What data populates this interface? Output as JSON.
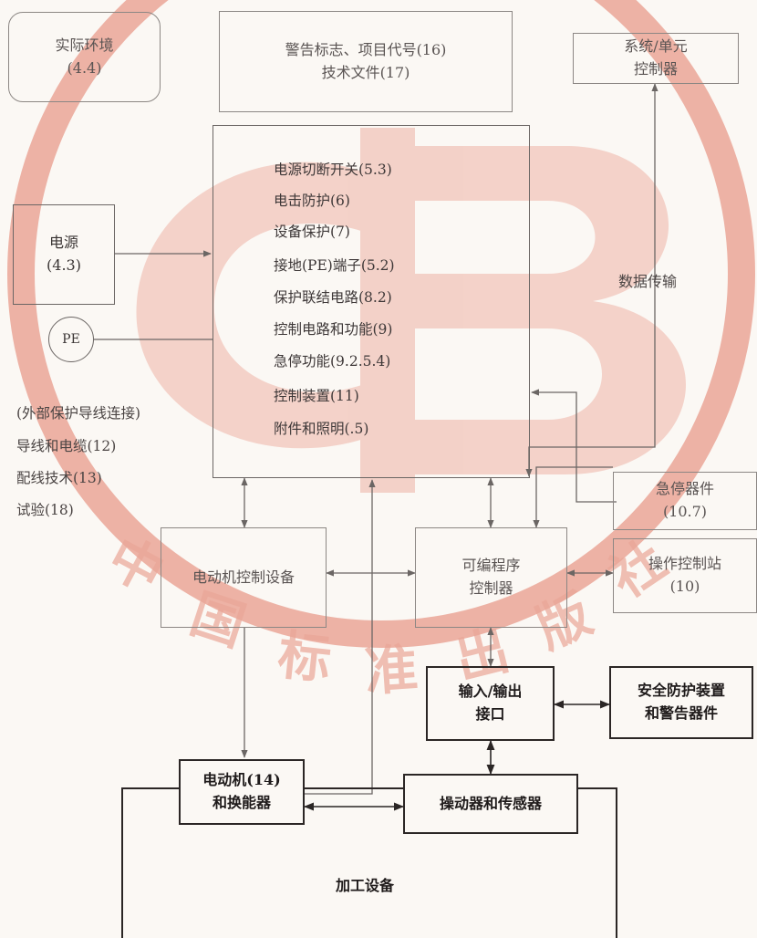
{
  "watermark": {
    "arc_text": [
      "中",
      "国",
      "标",
      "准",
      "出",
      "版",
      "社"
    ]
  },
  "boxes": {
    "environment": {
      "line1": "实际环境",
      "line2": "(4.4)"
    },
    "warning": {
      "line1": "警告标志、项目代号(16)",
      "line2": "技术文件(17)"
    },
    "controller": {
      "line1": "系统/单元",
      "line2": "控制器"
    },
    "power": {
      "line1": "电源",
      "line2": "(4.3)"
    },
    "pe": "PE",
    "motor_ctrl": "电动机控制设备",
    "plc": {
      "line1": "可编程序",
      "line2": "控制器"
    },
    "estop": {
      "line1": "急停器件",
      "line2": "(10.7)"
    },
    "op_station": {
      "line1": "操作控制站",
      "line2": "(10)"
    },
    "io": {
      "line1": "输入/输出",
      "line2": "接口"
    },
    "safety": {
      "line1": "安全防护装置",
      "line2": "和警告器件"
    },
    "motor": {
      "line1": "电动机(14)",
      "line2": "和换能器"
    },
    "actuators": "操动器和传感器",
    "process": "加工设备"
  },
  "main_functions": [
    "电源切断开关(5.3)",
    "电击防护(6)",
    "设备保护(7)",
    "接地(PE)端子(5.2)",
    "保护联结电路(8.2)",
    "控制电路和功能(9)",
    "急停功能(9.2.5.4)",
    "控制装置(11)",
    "附件和照明(.5)"
  ],
  "side_notes": [
    "(外部保护导线连接)",
    "导线和电缆(12)",
    "配线技术(13)",
    "试验(18)"
  ],
  "labels": {
    "data_transfer": "数据传输"
  },
  "colors": {
    "watermark": "#e9a394",
    "line": "#6b6664",
    "dark_line": "#2b2625",
    "background": "#fbf8f4"
  }
}
